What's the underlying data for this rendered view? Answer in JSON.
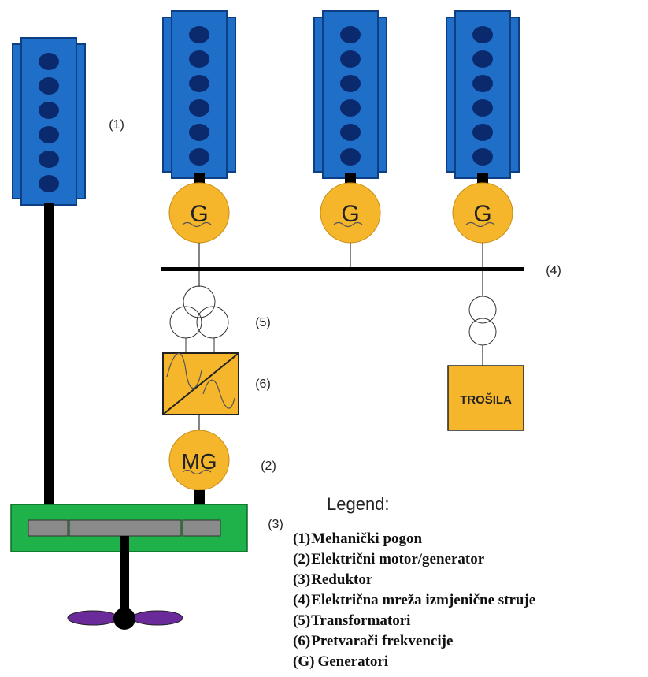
{
  "engine_label": "(1)",
  "generator_symbol": "G",
  "mg_symbol": "MG",
  "bus_label": "(4)",
  "transformer_label": "(5)",
  "converter_label": "(6)",
  "mg_label": "(2)",
  "gearbox_label": "(3)",
  "load_label": "TROŠILA",
  "legend": {
    "title": "Legend:",
    "items": [
      {
        "key": "(1)",
        "text": "Mehanički pogon"
      },
      {
        "key": "(2)",
        "text": "Električni motor/generator"
      },
      {
        "key": "(3)",
        "text": "Reduktor"
      },
      {
        "key": "(4)",
        "text": "Električna mreža izmjenične struje"
      },
      {
        "key": "(5)",
        "text": "Transformatori"
      },
      {
        "key": "(6)",
        "text": "Pretvarači frekvencije"
      },
      {
        "key": "(G)",
        "text": "Generatori"
      }
    ]
  },
  "colors": {
    "engine_blue": "#1f6fc8",
    "engine_dot": "#0b2a6e",
    "generator_yellow": "#f6b62b",
    "gearbox_green": "#1fb24a",
    "gear_grey": "#8a8a8a",
    "propeller_purple": "#6a2a9a"
  }
}
